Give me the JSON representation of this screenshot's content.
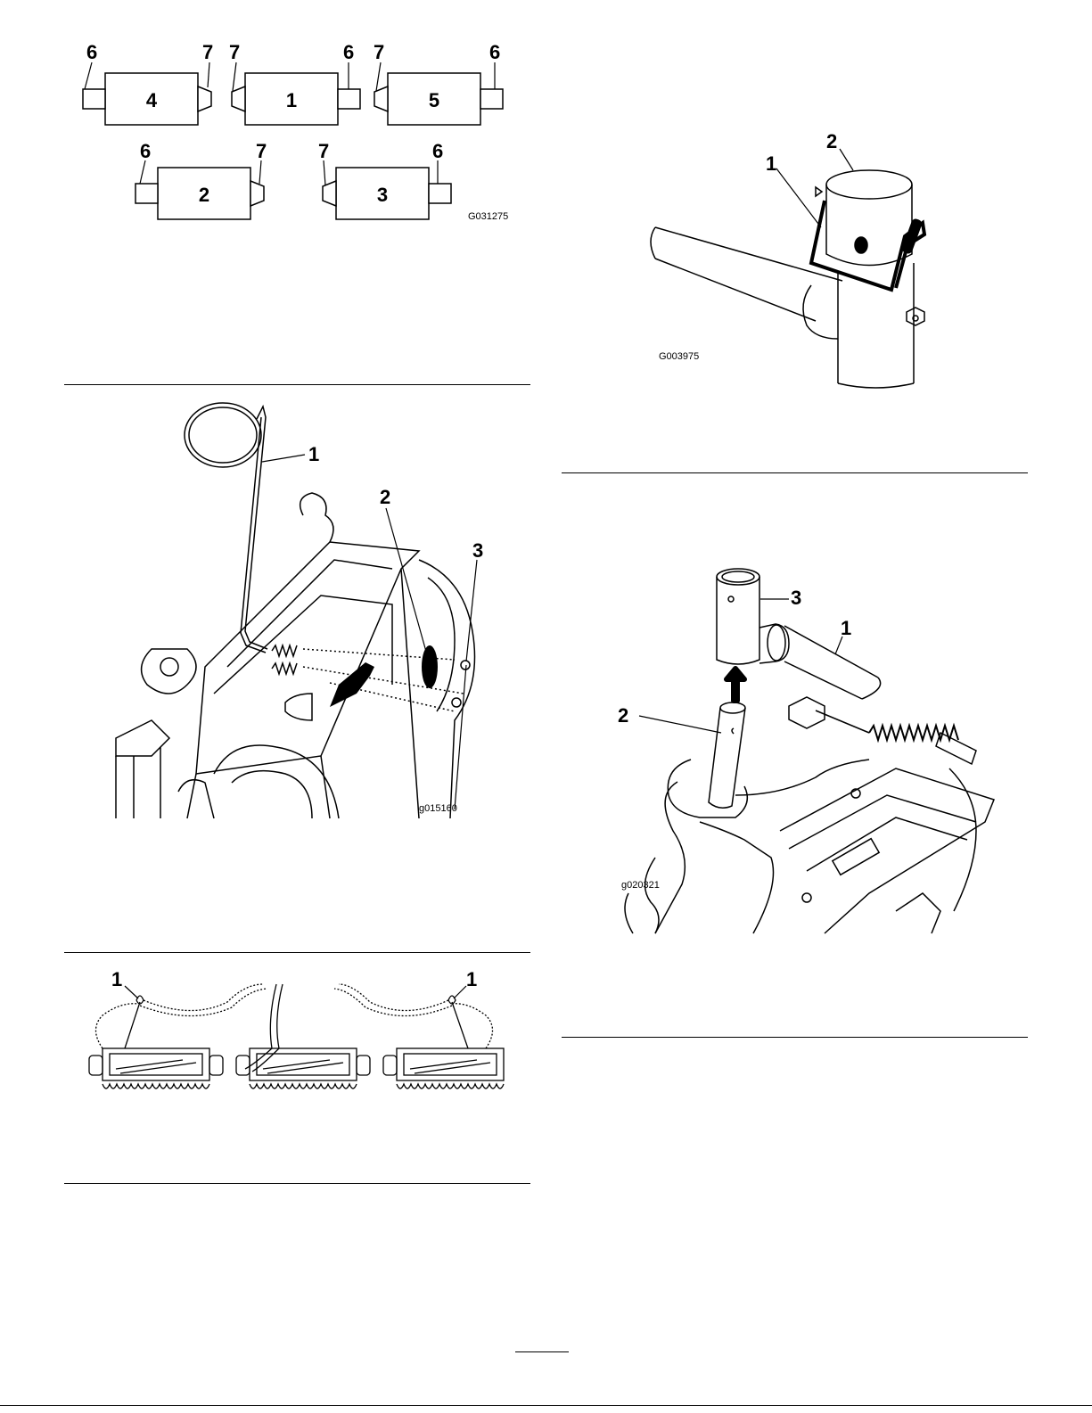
{
  "fig_units": {
    "id": "G031275",
    "callout_6": "6",
    "callout_7": "7",
    "units": [
      "4",
      "1",
      "5",
      "2",
      "3"
    ]
  },
  "fig_wire": {
    "id": "g015160",
    "callouts": [
      "1",
      "2",
      "3"
    ]
  },
  "fig_rollers": {
    "callout": "1"
  },
  "fig_pin": {
    "id": "G003975",
    "callouts": [
      "1",
      "2"
    ]
  },
  "fig_tube": {
    "id": "g020321",
    "callouts": [
      "3",
      "1",
      "2"
    ]
  }
}
